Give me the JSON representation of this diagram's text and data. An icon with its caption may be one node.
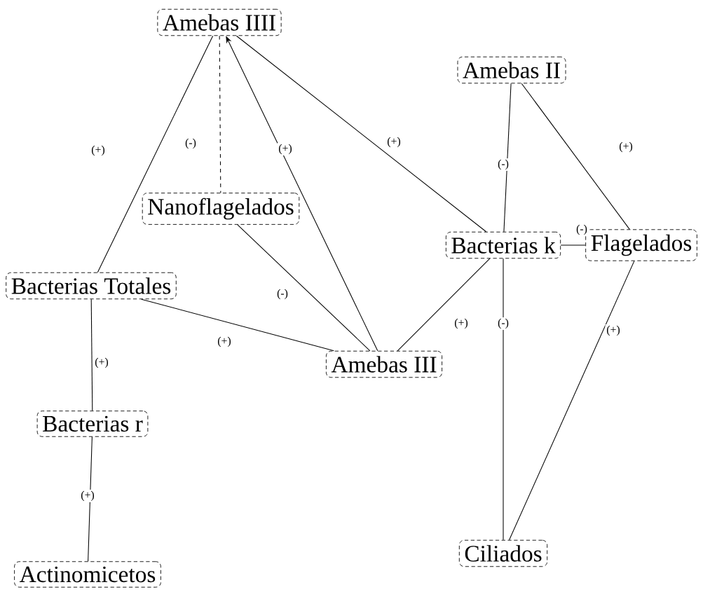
{
  "diagram": {
    "nodes": [
      {
        "text": [
          "Amebas IIII"
        ]
      },
      {
        "text": [
          "Amebas II"
        ]
      },
      {
        "text": [
          "Nanoflagelados"
        ]
      },
      {
        "text": [
          "Bacterias k"
        ]
      },
      {
        "text": [
          "Flagelados"
        ]
      },
      {
        "text": [
          "Bacterias Totales"
        ]
      },
      {
        "text": [
          "Amebas III"
        ]
      },
      {
        "text": [
          "Bacterias r"
        ]
      },
      {
        "text": [
          "Ciliados"
        ]
      },
      {
        "text": [
          "Actinomicetos"
        ]
      }
    ],
    "edges": [
      {
        "from": 0,
        "to": 5,
        "arrow": "none",
        "label": "(+)"
      },
      {
        "from": 0,
        "to": 2,
        "arrow": "none",
        "label": "(-)",
        "style": "dashed"
      },
      {
        "from": 6,
        "to": 0,
        "arrow": "to",
        "label": "(+)"
      },
      {
        "from": 0,
        "to": 3,
        "arrow": "none",
        "label": "(+)"
      },
      {
        "from": 1,
        "to": 3,
        "arrow": "none",
        "label": "(-)"
      },
      {
        "from": 1,
        "to": 4,
        "arrow": "none",
        "label": "(+)"
      },
      {
        "from": 3,
        "to": 4,
        "arrow": "none",
        "label": "(-)"
      },
      {
        "from": 2,
        "to": 6,
        "arrow": "none",
        "label": "(-)"
      },
      {
        "from": 5,
        "to": 6,
        "arrow": "none",
        "label": "(+)"
      },
      {
        "from": 6,
        "to": 3,
        "arrow": "none",
        "label": "(+)"
      },
      {
        "from": 3,
        "to": 8,
        "arrow": "none",
        "label": "(-)"
      },
      {
        "from": 4,
        "to": 8,
        "arrow": "none",
        "label": "(+)"
      },
      {
        "from": 5,
        "to": 7,
        "arrow": "none",
        "label": "(+)"
      },
      {
        "from": 7,
        "to": 9,
        "arrow": "none",
        "label": "(+)"
      }
    ]
  }
}
